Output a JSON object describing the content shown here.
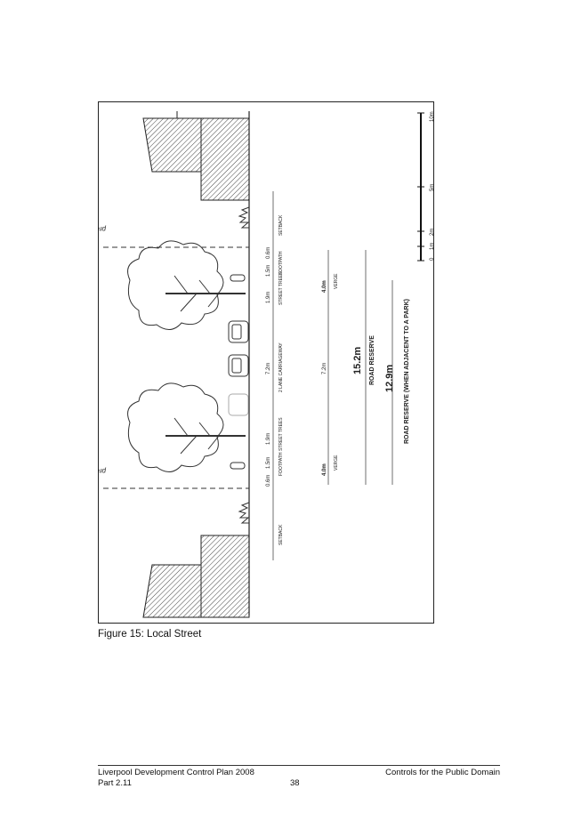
{
  "figure": {
    "caption": "Figure 15: Local Street",
    "property_boundary_label": "property boundary",
    "setback_label": "SETBACK",
    "dims_top": [
      "0.6m",
      "1.5m",
      "1.9m",
      "7.2m",
      "1.9m",
      "1.5m",
      "0.6m"
    ],
    "zone_labels": [
      "FOOTPATH",
      "STREET TREES",
      "2 LANE CARRIAGEWAY",
      "STREET TREES",
      "FOOTPATH"
    ],
    "verge_width": "4.0m",
    "verge_label": "VERGE",
    "carriageway_width": "7.2m",
    "road_reserve_width": "15.2m",
    "road_reserve_label": "ROAD RESERVE",
    "park_reserve_width": "12.9m",
    "park_reserve_label": "ROAD RESERVE (WHEN ADJACENT TO A PARK)",
    "scale_ticks": [
      "0",
      "1m",
      "2m",
      "5m",
      "10m"
    ]
  },
  "footer": {
    "doc_title": "Liverpool Development Control Plan 2008",
    "part": "Part 2.11",
    "page_number": "38",
    "section": "Controls for the Public Domain"
  }
}
